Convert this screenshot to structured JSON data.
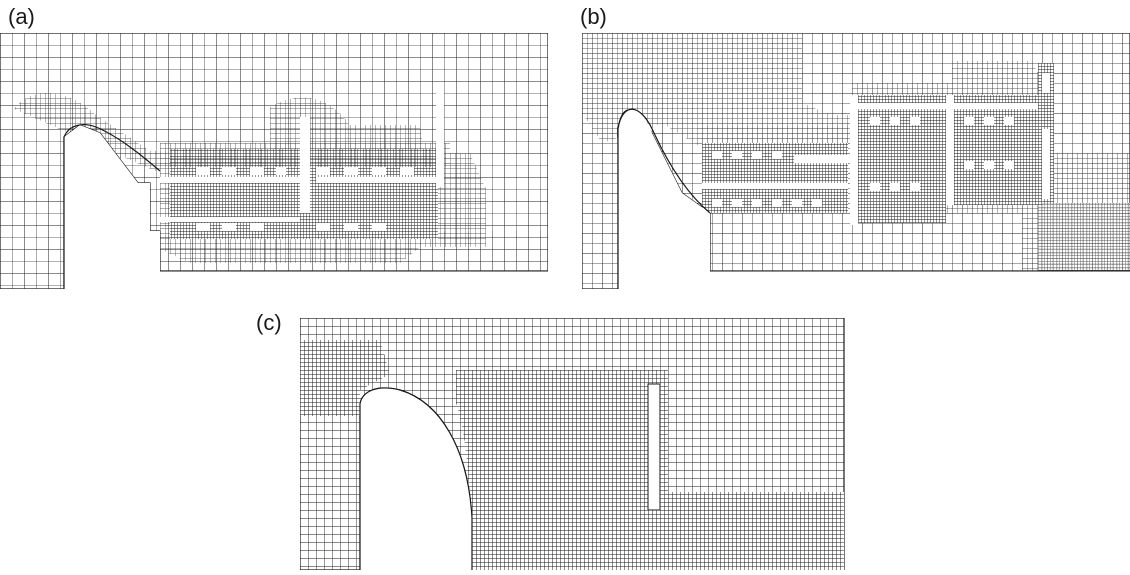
{
  "panels": [
    {
      "id": "a",
      "label": "(a)"
    },
    {
      "id": "b",
      "label": "(b)"
    },
    {
      "id": "c",
      "label": "(c)"
    }
  ],
  "colors": {
    "line": "#1a1a1a",
    "background": "#ffffff",
    "dense_fill": "#3a3a3a"
  },
  "icons": [
    "mesh-grid"
  ]
}
